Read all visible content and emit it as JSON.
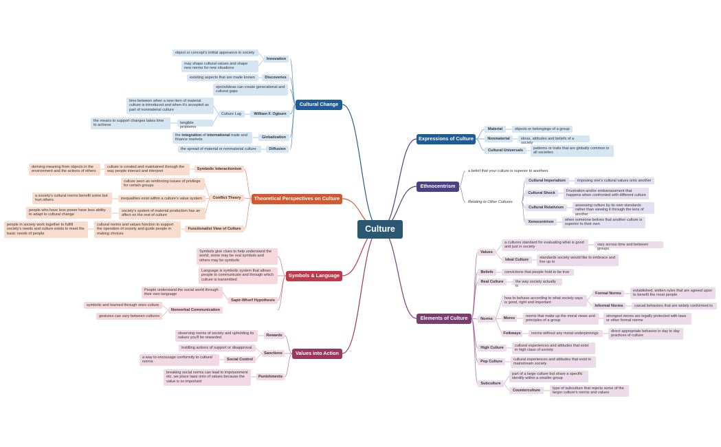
{
  "root": {
    "label": "Culture"
  },
  "cultural_change": {
    "label": "Cultural Change",
    "innovation": {
      "label": "Innovation",
      "details": [
        "object or concept's initital apperance in society",
        "may shape cultural values and shape new norms for new situations"
      ]
    },
    "discoveries": {
      "label": "Discoveries",
      "details": [
        "exisiting aspects that are made known"
      ]
    },
    "gaps": "ojects/ideas can create generational and cultural gaps",
    "ogburn": {
      "label": "William F. Ogburn",
      "culture_lag": "Culture Lag",
      "lag_definition": "time between when a new item of material culture is introduced and when it's accepted as part of nonmaterial culture",
      "tangible": "tangible problems",
      "tangible_detail": "the means to support changes takes time to achieve"
    },
    "globalization": {
      "label": "Globalization",
      "pre": "the ",
      "bold1": "integration",
      "mid": " of ",
      "bold2": "international",
      "post": " trade and finance markets"
    },
    "diffusion": {
      "label": "Diffusion",
      "detail": "the spread of material or nonmaterial culture"
    }
  },
  "theoretical": {
    "label": "Theoretical Perspectives on Culture",
    "symbolic": {
      "label": "Symbolic Interactionism",
      "detail": "culture is created and maintained through the way people interact and interpret",
      "detail2": "deriving meaning from objects in the environment and the actions of others"
    },
    "conflict": {
      "label": "Conflict Theory",
      "d1": "culture seen as reinforcing issues of privilege for certain groups",
      "d2": "inequalities exist within a culture's value system",
      "d2a": "a society's cultural norms benefit some but hurt others",
      "d3": "society's system of material production has an affect on the rest of culture",
      "d3a": "people who have less power have less ability to adapt to cultural change"
    },
    "functionalist": {
      "label": "Functionalist View of Culture",
      "detail": "cultural norms and values function to support the operation of society and guide people in making choices",
      "detail2": "people in society work together to fulfill society's needs and culture exists to meet the basic needs of people"
    }
  },
  "symbols": {
    "label": "Symbols & Language",
    "s1": "Symbols give clues to help understand the world, some may be real symbols and others may be symbolic",
    "s2": "Language is symbolic system that allows people to communicate and through which culture is transmitted",
    "sapir": {
      "label": "Sapir-Whorf Hypothesis",
      "detail": "People understand the social world through their own language"
    },
    "nonverbal": {
      "label": "Nonverbal Communication",
      "d1": "symbolic and learned through ones culture",
      "d2": "gestures can vary between cultures"
    }
  },
  "values_action": {
    "label": "Values into Action",
    "rewards": {
      "label": "Rewards",
      "detail": "observing norms of society and upholding its values you'll be rewarded"
    },
    "sanctions": {
      "label": "Sanctions",
      "detail": "instilling actions of support or disapproval"
    },
    "social_control": {
      "label": "Social Control",
      "detail": "a way to encourage conformity to cultural norms"
    },
    "punishments": {
      "label": "Punishments",
      "detail": "breaking social norms can lead to imprisonment etc. we place laws onto of values because the value is so important"
    }
  },
  "expressions": {
    "label": "Expressions of Culture",
    "material": {
      "label": "Material",
      "detail": "objects or belongings of a group"
    },
    "nonmaterial": {
      "label": "Nonmaterial",
      "detail": "ideas, attitudes and beliefs of a society"
    },
    "universals": {
      "label": "Cultural Universals",
      "detail": "patterns or traits that are globally common in all societies"
    }
  },
  "ethnocentrism": {
    "label": "Ethnocentrism",
    "definition": "a belief that your culture is superior to anothers",
    "relating": "Relating to Other Cultures",
    "imperialism": {
      "label": "Cultural Imperialism",
      "detail": "imposing one's cultural values onto another"
    },
    "shock": {
      "label": "Cultural Shock",
      "detail": "Frustration and/or embarrassment that happens when confronted with different culture"
    },
    "relativism": {
      "label": "Cultural Relativism",
      "detail": "assessing culture by its own standards rather than viewing it through the lens of another"
    },
    "xenocentrism": {
      "label": "Xenocentrism",
      "detail": "when someone belives that another culture is superior to their own"
    }
  },
  "elements": {
    "label": "Elements of Culture",
    "values": {
      "label": "Values",
      "detail": "a cultures standard for evaluating what is good and just in society",
      "detail2": "vary across time and between groups",
      "ideal": "Ideal Culture",
      "ideal_detail": "standards society would like to embrace and live up to"
    },
    "beliefs": {
      "label": "Beliefs",
      "detail": "convictions that people hold to be true"
    },
    "real": {
      "label": "Real Culture",
      "detail": "the way society actually is"
    },
    "norms": {
      "label": "Norms",
      "detail": "how to behave according to what society says is good, right and important",
      "formal": "Formal Norms",
      "formal_detail": "established, written rules that are agreed upon to benefit the most people",
      "informal": "Informal Norms",
      "informal_detail": "casual behaviors that are widely conformed to",
      "mores": "Mores",
      "mores_detail": "norms that make up the moral views and principles of a group",
      "mores_detail2": "strongest mores are legally protected with laws or other formal norms",
      "folkways": "Folkways",
      "folkways_detail": "norms without any moral underpinnings",
      "folkways_detail2": "direct appropriate behavior in day to day practices of culture"
    },
    "high": {
      "label": "High Culture",
      "detail": "cultural experiences and attitudes that exist in high class of society"
    },
    "pop": {
      "label": "Pop Culture",
      "detail": "cultural experiences and attitudes that exist in mainstream society"
    },
    "subculture": {
      "label": "Subculture",
      "detail": "part of a large culture but share a specific identify within a smaller group",
      "counter": "Counterculture",
      "counter_detail": "type of subculture that rejects some of the larger culture's norms and values"
    }
  },
  "colors": {
    "root": "#2a5873",
    "blue": "#1f5c96",
    "purple": "#4d3f86",
    "orange": "#d2592f",
    "red": "#be3a4a",
    "plum": "#7a3d72",
    "wine": "#99375d"
  }
}
